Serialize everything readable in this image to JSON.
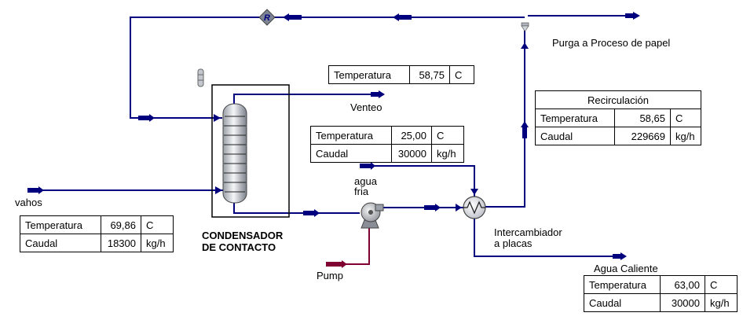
{
  "labels": {
    "purga": "Purga a Proceso de papel",
    "venteo": "Venteo",
    "vahos": "vahos",
    "agua_fria": [
      "agua",
      "fria"
    ],
    "condensador": [
      "CONDENSADOR",
      "DE CONTACTO"
    ],
    "intercambiador": [
      "Intercambiador",
      "a placas"
    ],
    "agua_caliente": "Agua Caliente",
    "pump": "Pump",
    "recycle_symbol": "R"
  },
  "tables": {
    "venteo": {
      "rows": [
        {
          "name": "Temperatura",
          "value": "58,75",
          "unit": "C"
        }
      ]
    },
    "recirculacion": {
      "title": "Recirculación",
      "rows": [
        {
          "name": "Temperatura",
          "value": "58,65",
          "unit": "C"
        },
        {
          "name": "Caudal",
          "value": "229669",
          "unit": "kg/h"
        }
      ]
    },
    "agua_fria": {
      "rows": [
        {
          "name": "Temperatura",
          "value": "25,00",
          "unit": "C"
        },
        {
          "name": "Caudal",
          "value": "30000",
          "unit": "kg/h"
        }
      ]
    },
    "vahos": {
      "rows": [
        {
          "name": "Temperatura",
          "value": "69,86",
          "unit": "C"
        },
        {
          "name": "Caudal",
          "value": "18300",
          "unit": "kg/h"
        }
      ]
    },
    "agua_caliente": {
      "rows": [
        {
          "name": "Temperatura",
          "value": "63,00",
          "unit": "C"
        },
        {
          "name": "Caudal",
          "value": "30000",
          "unit": "kg/h"
        }
      ]
    }
  },
  "colors": {
    "stream": "#00007f",
    "energy": "#7f0033",
    "valve": "#707888"
  }
}
